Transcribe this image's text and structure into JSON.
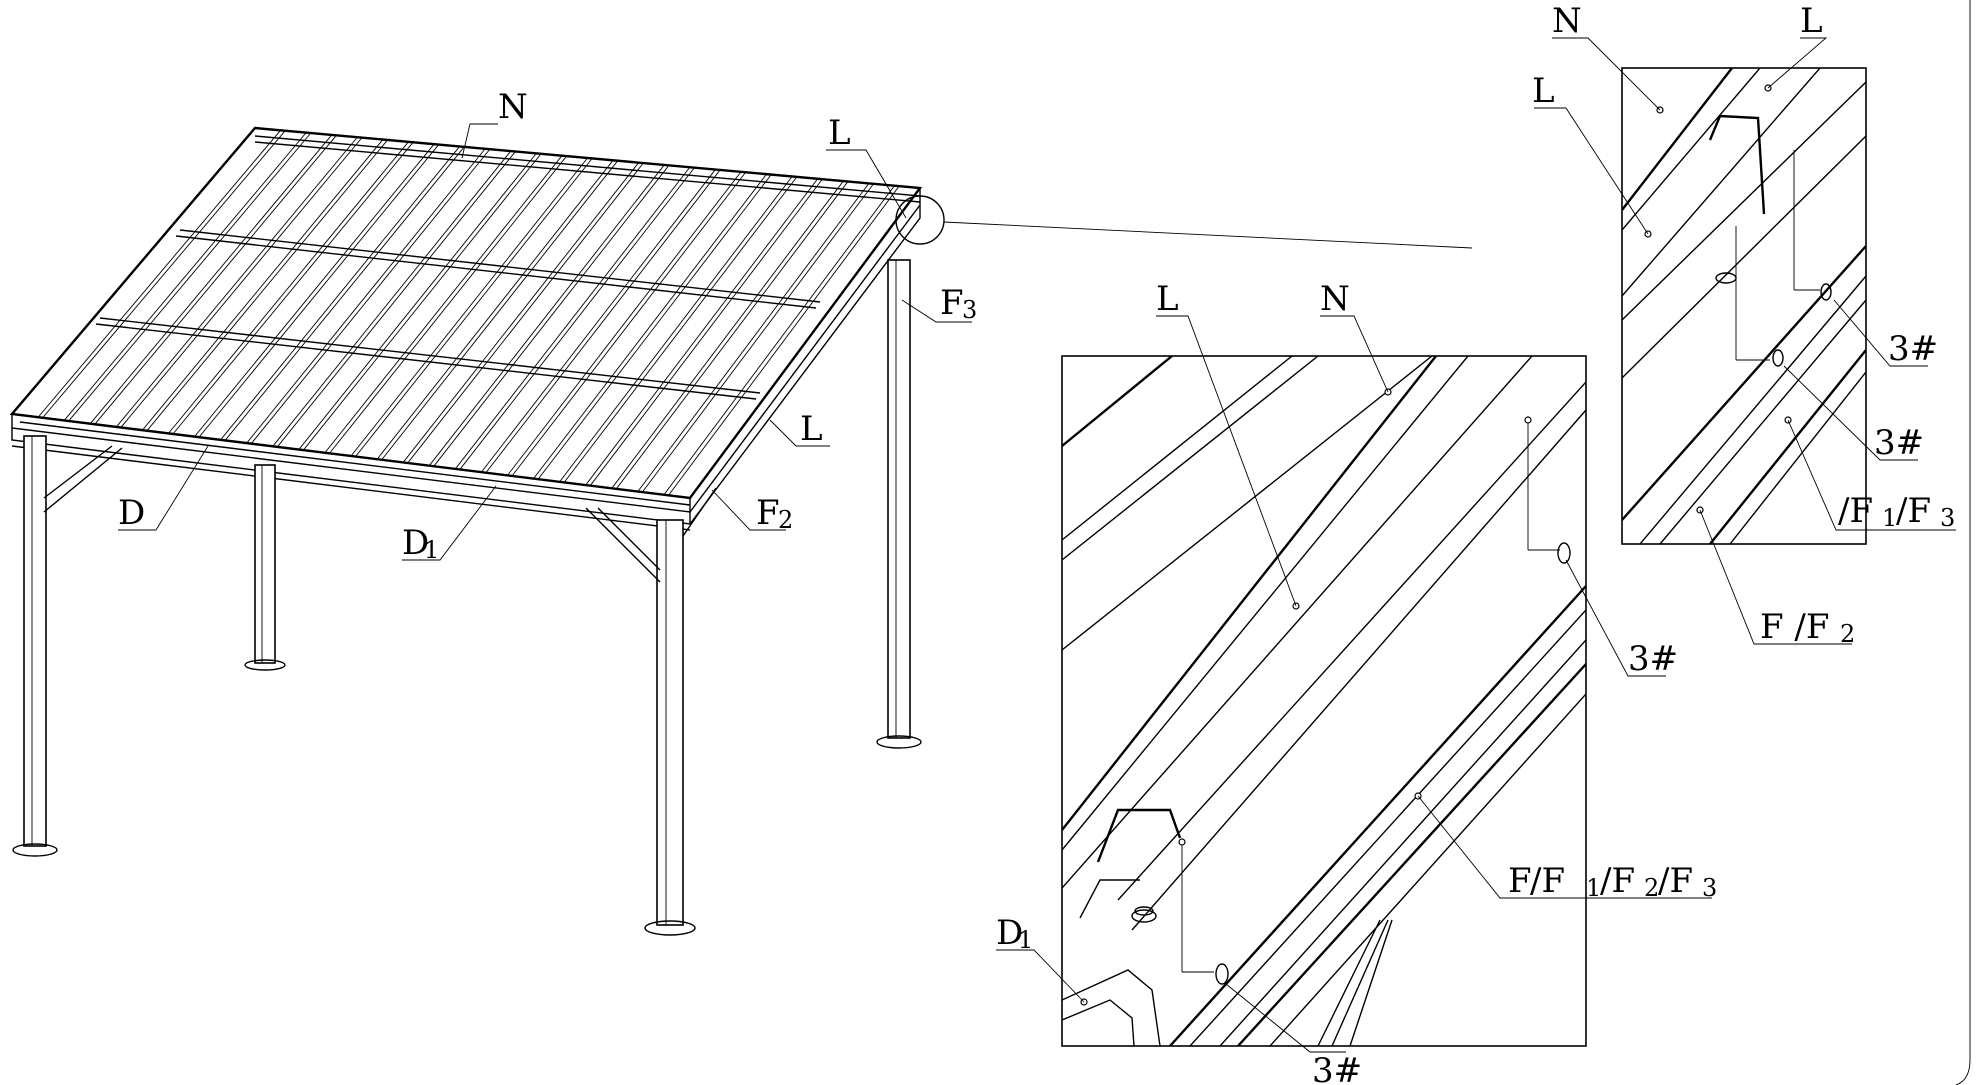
{
  "labels": {
    "overview": {
      "n": "N",
      "l_top": "L",
      "f3": "F",
      "f3_sub": "3",
      "l_mid": "L",
      "f2": "F",
      "f2_sub": "2",
      "d": "D",
      "d1": "D",
      "d1_sub": "1"
    },
    "detail_large": {
      "l": "L",
      "n": "N",
      "screw_top": "3#",
      "screw_bottom": "3#",
      "d1": "D",
      "d1_sub": "1",
      "f_main": "F",
      "f_sep1": " /F",
      "f_sub1": "1",
      "f_sep2": "/F",
      "f_sub2": "2",
      "f_sep3": "/F",
      "f_sub3": "3"
    },
    "detail_small": {
      "n": "N",
      "l_top": "L",
      "l_left": "L",
      "screw_upper": "3#",
      "screw_lower": "3#",
      "f1f3_a": "/F",
      "f1f3_sub1": "1",
      "f1f3_b": "/F",
      "f1f3_sub3": "3",
      "ff2_a": "F /F",
      "ff2_sub2": "2"
    }
  }
}
